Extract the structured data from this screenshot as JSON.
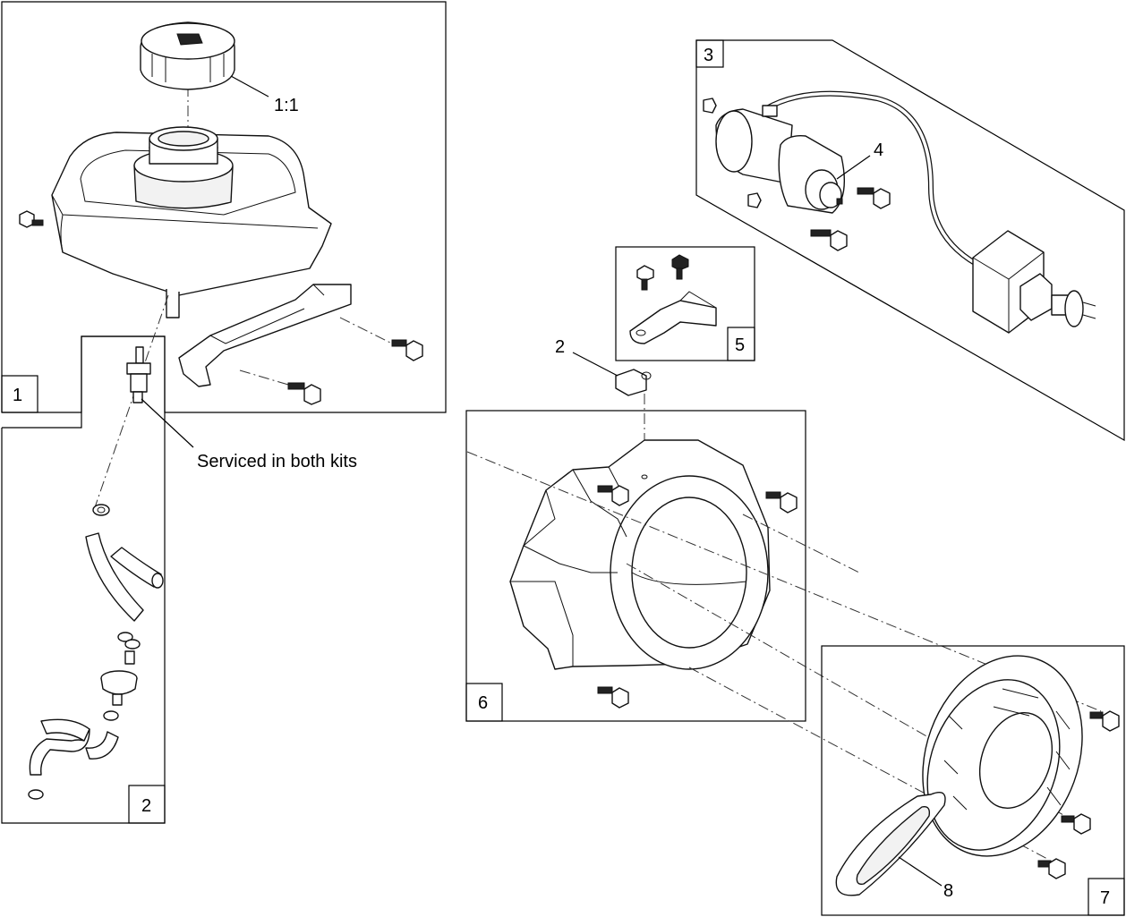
{
  "callouts": {
    "kit1": "1",
    "kit2": "2",
    "kit3": "3",
    "starter": "4",
    "kit5": "5",
    "kit6": "6",
    "kit7": "7",
    "handle": "8",
    "cap": "1:1",
    "clip": "2",
    "note": "Serviced in both kits"
  }
}
